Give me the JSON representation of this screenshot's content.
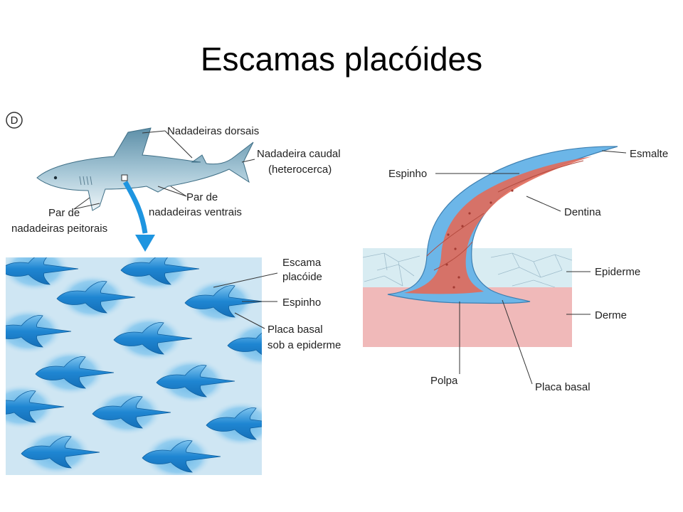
{
  "slide": {
    "title": "Escamas placóides",
    "panel_letter": "D"
  },
  "shark_labels": {
    "dorsal": "Nadadeiras dorsais",
    "caudal_1": "Nadadeira caudal",
    "caudal_2": "(heterocerca)",
    "ventral_1": "Par de",
    "ventral_2": "nadadeiras ventrais",
    "pectoral_1": "Par de",
    "pectoral_2": "nadadeiras peitorais"
  },
  "skin_labels": {
    "scale_1": "Escama",
    "scale_2": "placóide",
    "spine": "Espinho",
    "plate_1": "Placa basal",
    "plate_2": "sob a epiderme"
  },
  "section_labels": {
    "espinho": "Espinho",
    "esmalte": "Esmalte",
    "dentina": "Dentina",
    "epiderme": "Epiderme",
    "derme": "Derme",
    "polpa": "Polpa",
    "placa_basal": "Placa basal"
  },
  "colors": {
    "skin_bg": "#cfe6f3",
    "scale_halo": "#8ec8ea",
    "scale_body": "#2a8fd6",
    "arrow": "#1e95e0",
    "epidermis": "#d8ecf2",
    "dermis": "#f0b9b9",
    "pulp": "#e26a5a",
    "enamel": "#6cb6e8"
  }
}
